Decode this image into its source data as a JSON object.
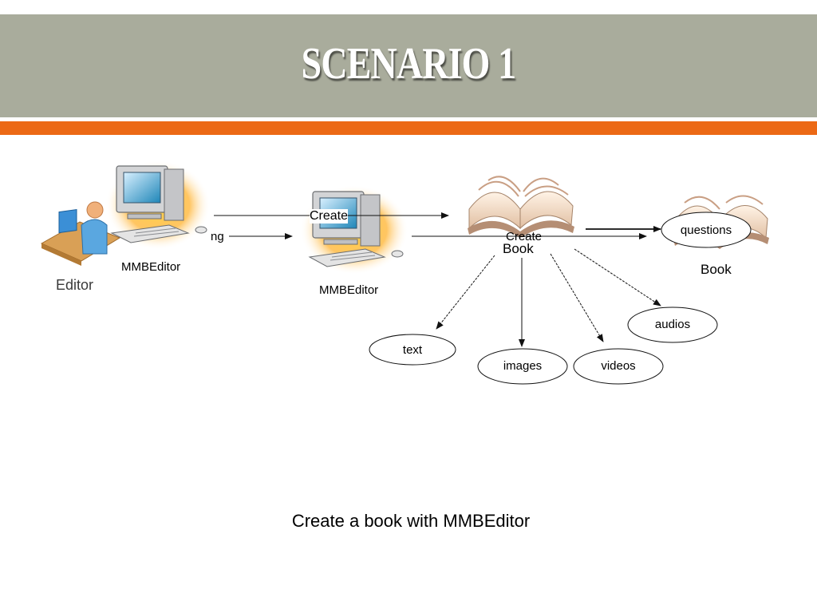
{
  "slide": {
    "title": "SCENARIO 1",
    "caption": "Create a book with MMBEditor"
  },
  "diagram": {
    "editor_label": "Editor",
    "mmbeditor_label_1": "MMBEditor",
    "mmbeditor_label_2": "MMBEditor",
    "partial_label": "ng",
    "create_label_1": "Create",
    "create_label_2": "Create",
    "book_label_1": "Book",
    "book_label_2": "Book",
    "nodes": {
      "text": "text",
      "images": "images",
      "videos": "videos",
      "audios": "audios",
      "questions": "questions"
    }
  },
  "colors": {
    "title_band": "#a9ac9c",
    "accent_band": "#ec6915",
    "title_text": "#ffffff"
  }
}
